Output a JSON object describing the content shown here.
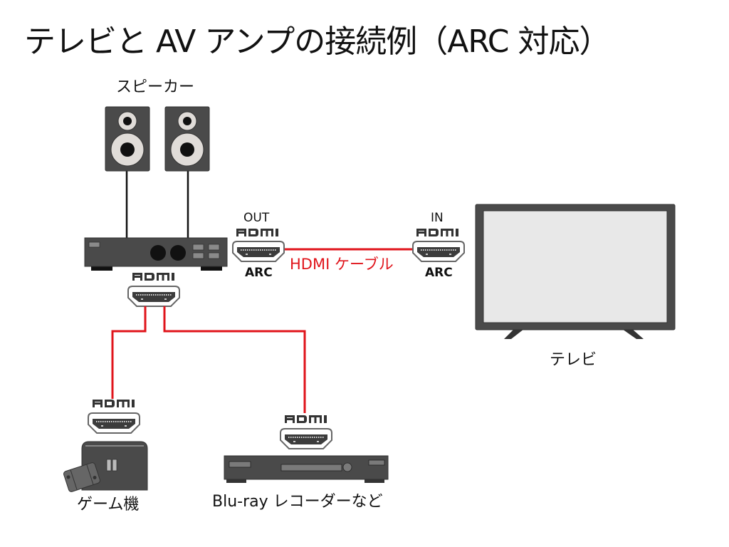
{
  "title": "テレビと AV アンプの接続例（ARC 対応）",
  "colors": {
    "cable": "#e0141b",
    "device_body": "#4a4a4a",
    "device_dark": "#1a1a1a",
    "speaker_cone": "#e0dcd8",
    "tv_screen": "#e8e8e8"
  },
  "devices": {
    "speakers": {
      "label": "スピーカー"
    },
    "av_amp": {
      "port_logo": "HDMI"
    },
    "tv": {
      "label": "テレビ"
    },
    "game_console": {
      "label": "ゲーム機",
      "port_logo": "HDMI"
    },
    "bluray": {
      "label": "Blu-ray レコーダーなど",
      "port_logo": "HDMI"
    }
  },
  "connection": {
    "out_label": "OUT",
    "in_label": "IN",
    "out_logo": "HDMI",
    "in_logo": "HDMI",
    "out_arc": "ARC",
    "in_arc": "ARC",
    "cable_label": "HDMI ケーブル"
  }
}
